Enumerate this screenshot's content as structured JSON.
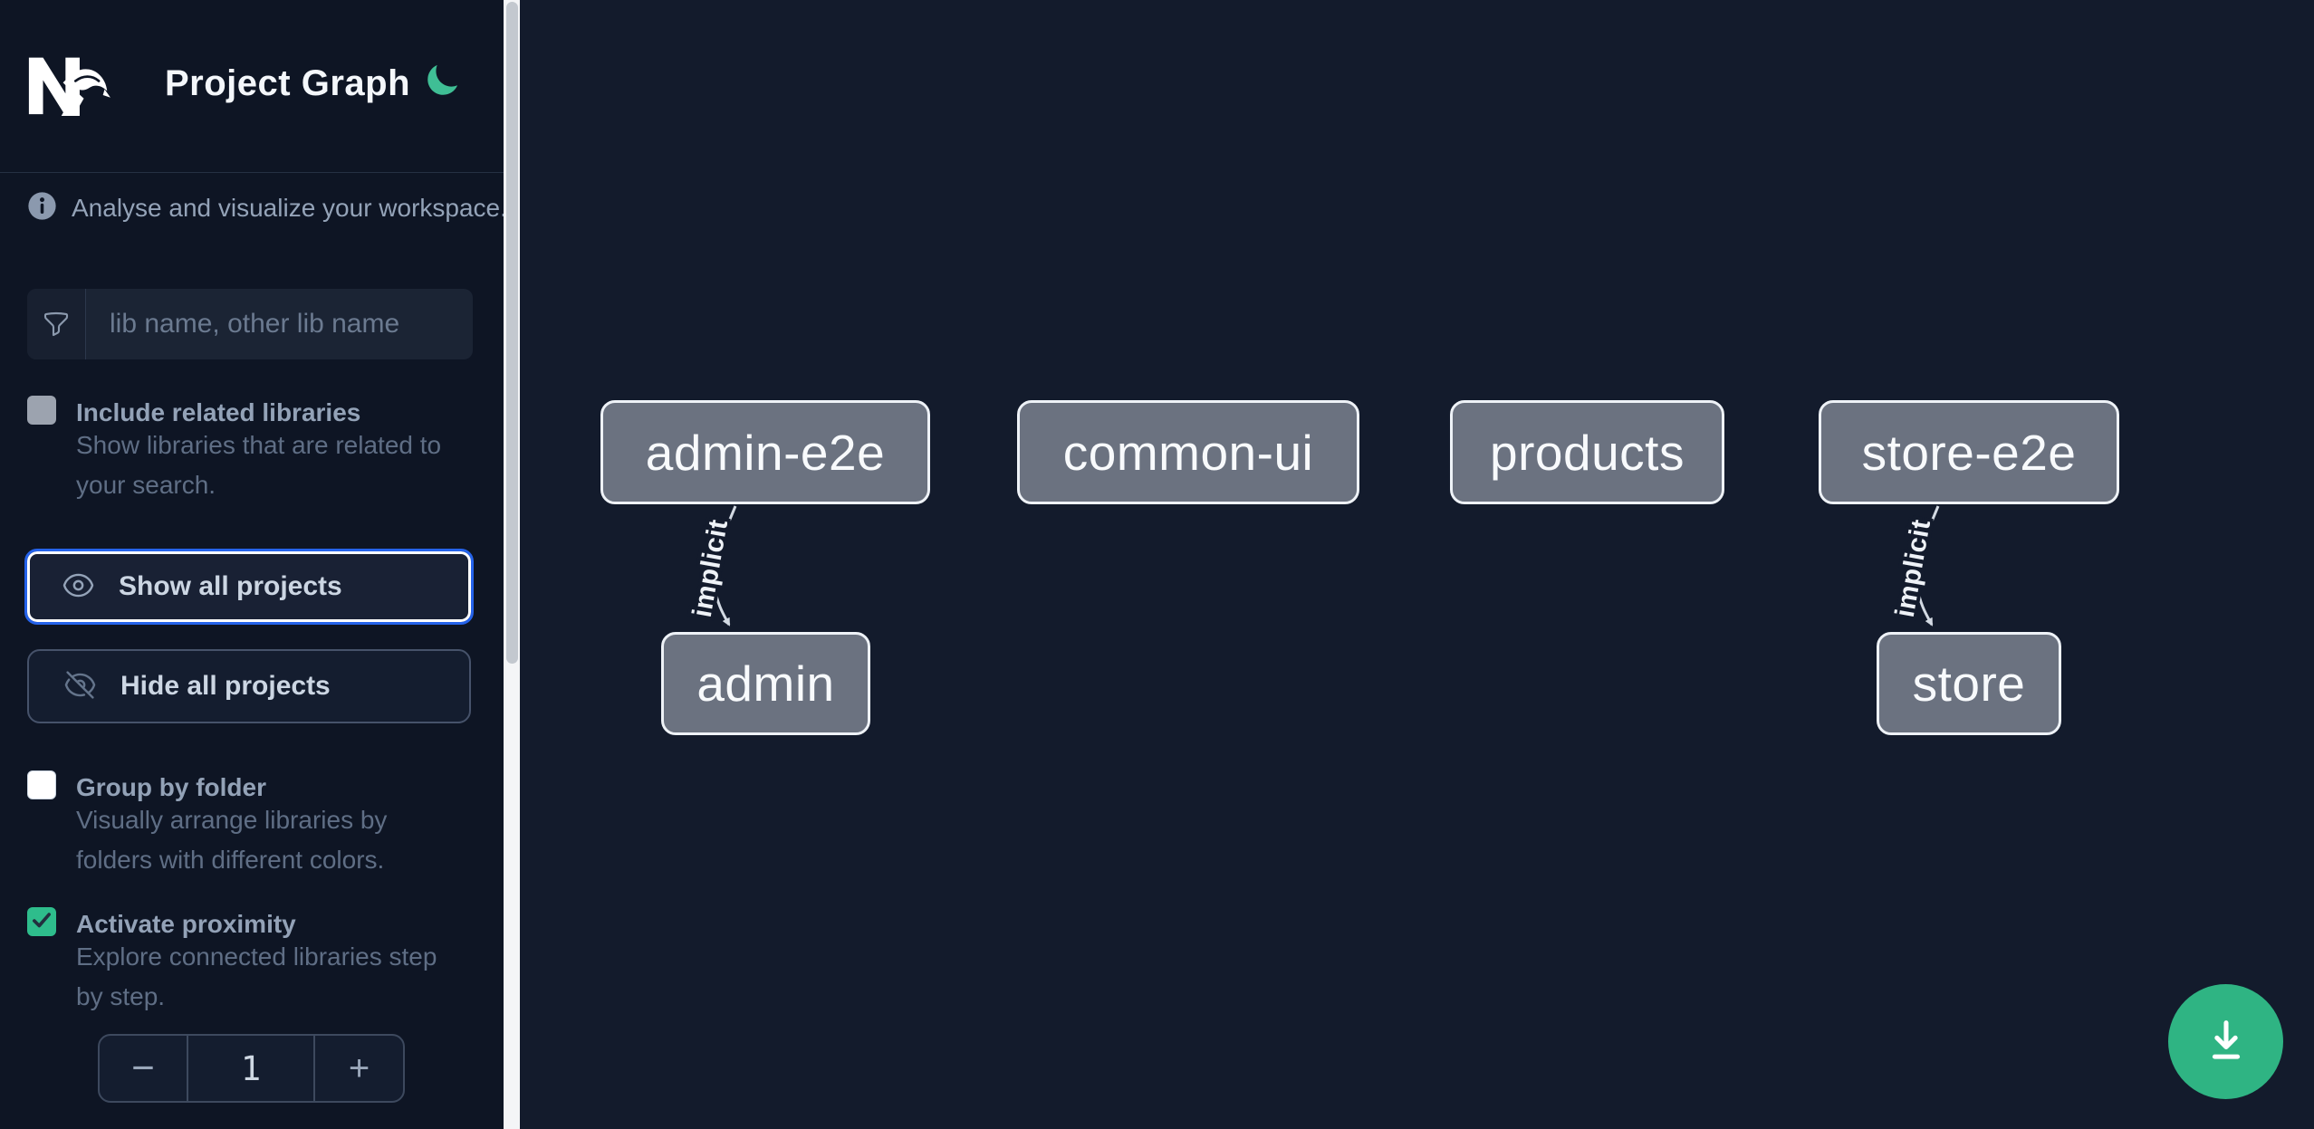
{
  "app": {
    "title": "Project Graph",
    "logo_icon": "nx-logo",
    "theme_icon": "moon-icon"
  },
  "colors": {
    "accent_blue": "#2563eb",
    "accent_green": "#2fb483",
    "moon_green": "#3fbe95",
    "node_fill": "#6b7280",
    "sidebar_bg": "#0e1524",
    "canvas_bg": "#131b2c"
  },
  "sidebar": {
    "tagline": "Analyse and visualize your workspace.",
    "search": {
      "placeholder": "lib name, other lib name",
      "icon": "funnel-icon",
      "value": ""
    },
    "options": [
      {
        "label": "Include related libraries",
        "description": "Show libraries that are related to your search.",
        "checked": false,
        "state": "disabled"
      },
      {
        "label": "Group by folder",
        "description": "Visually arrange libraries by folders with different colors.",
        "checked": false,
        "state": "enabled"
      },
      {
        "label": "Activate proximity",
        "description": "Explore connected libraries step by step.",
        "checked": true,
        "state": "enabled"
      }
    ],
    "actions": [
      {
        "label": "Show all projects",
        "icon": "eye-icon",
        "focused": true
      },
      {
        "label": "Hide all projects",
        "icon": "eye-slash-icon",
        "focused": false
      }
    ],
    "proximity_stepper": {
      "decrease_label": "−",
      "value": "1",
      "increase_label": "+"
    }
  },
  "graph": {
    "nodes": [
      {
        "id": "admin-e2e",
        "label": "admin-e2e"
      },
      {
        "id": "common-ui",
        "label": "common-ui"
      },
      {
        "id": "products",
        "label": "products"
      },
      {
        "id": "store-e2e",
        "label": "store-e2e"
      },
      {
        "id": "admin",
        "label": "admin"
      },
      {
        "id": "store",
        "label": "store"
      }
    ],
    "edges": [
      {
        "from": "admin-e2e",
        "to": "admin",
        "label": "implicit"
      },
      {
        "from": "store-e2e",
        "to": "store",
        "label": "implicit"
      }
    ]
  },
  "fab": {
    "icon": "download-icon"
  }
}
